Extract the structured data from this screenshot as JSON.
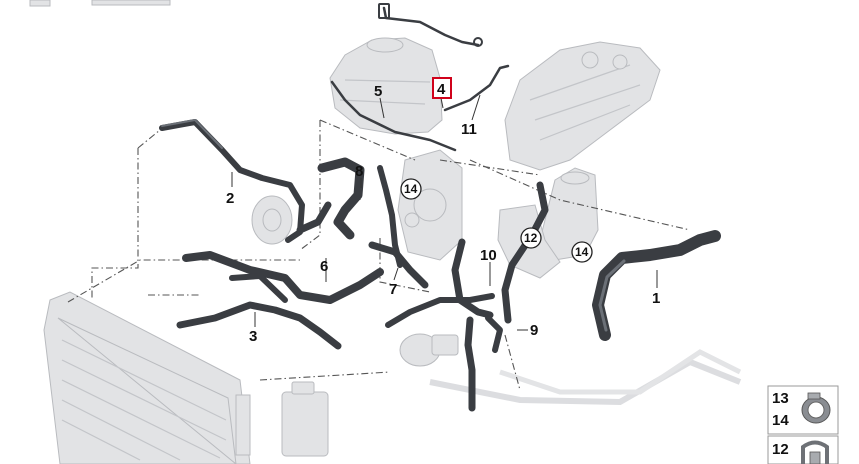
{
  "diagram": {
    "callouts": [
      {
        "id": "callout-1",
        "text": "1"
      },
      {
        "id": "callout-2",
        "text": "2"
      },
      {
        "id": "callout-3",
        "text": "3"
      },
      {
        "id": "callout-4",
        "text": "4",
        "highlight": true
      },
      {
        "id": "callout-5",
        "text": "5"
      },
      {
        "id": "callout-6",
        "text": "6"
      },
      {
        "id": "callout-7",
        "text": "7"
      },
      {
        "id": "callout-8",
        "text": "8"
      },
      {
        "id": "callout-9",
        "text": "9"
      },
      {
        "id": "callout-10",
        "text": "10"
      },
      {
        "id": "callout-11",
        "text": "11"
      },
      {
        "id": "callout-12",
        "text": "12",
        "circled": true
      },
      {
        "id": "callout-14a",
        "text": "14",
        "circled": true
      },
      {
        "id": "callout-14b",
        "text": "14",
        "circled": true
      }
    ],
    "legend": [
      {
        "numbers": [
          "13",
          "14"
        ],
        "icon": "hose-clamp-icon"
      },
      {
        "numbers": [
          "12"
        ],
        "icon": "spring-clip-icon"
      }
    ],
    "colors": {
      "hose": "#3a3d42",
      "ghost_component": "#e2e3e5",
      "highlight_box": "#d0021b"
    }
  }
}
